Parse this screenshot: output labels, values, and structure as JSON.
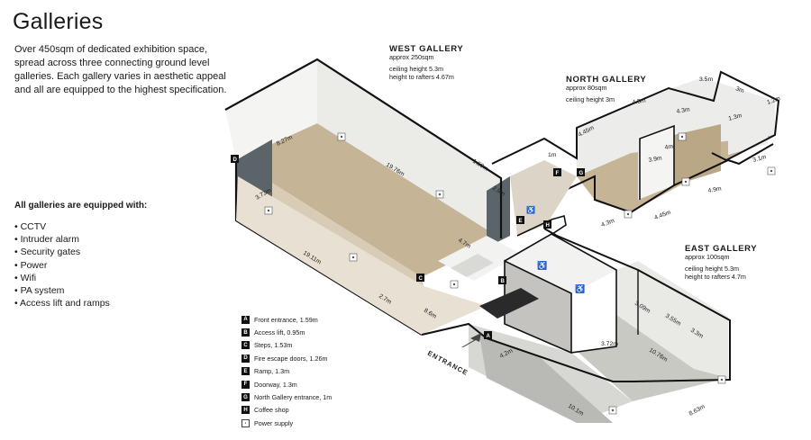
{
  "title": "Galleries",
  "intro": "Over 450sqm of dedicated exhibition space, spread across three connecting ground level galleries. Each gallery varies in aesthetic appeal and all are equipped to the highest specification.",
  "equipment": {
    "heading": "All galleries are equipped with:",
    "items": [
      "CCTV",
      "Intruder alarm",
      "Security gates",
      "Power",
      "Wifi",
      "PA system",
      "Access lift and ramps"
    ]
  },
  "galleries": {
    "west": {
      "name": "WEST GALLERY",
      "area": "approx 250sqm",
      "ceiling": "ceiling height 5.3m",
      "rafters": "height to rafters 4.67m"
    },
    "north": {
      "name": "NORTH GALLERY",
      "area": "approx 80sqm",
      "ceiling": "ceiling height 3m"
    },
    "east": {
      "name": "EAST GALLERY",
      "area": "approx 100sqm",
      "ceiling": "ceiling height 5.3m",
      "rafters": "height to rafters 4.7m"
    }
  },
  "legend": [
    {
      "key": "A",
      "label": "Front entrance, 1.59m"
    },
    {
      "key": "B",
      "label": "Access lift, 0.95m"
    },
    {
      "key": "C",
      "label": "Steps, 1.53m"
    },
    {
      "key": "D",
      "label": "Fire escape doors, 1.26m"
    },
    {
      "key": "E",
      "label": "Ramp, 1.3m"
    },
    {
      "key": "F",
      "label": "Doorway, 1.3m"
    },
    {
      "key": "G",
      "label": "North Gallery entrance, 1m"
    },
    {
      "key": "H",
      "label": "Coffee shop"
    },
    {
      "key": "",
      "label": "Power supply"
    }
  ],
  "entrance_label": "ENTRANCE",
  "dimensions": {
    "d1": "8.27m",
    "d2": "19.76m",
    "d3": "1.59m",
    "d4": "2.9m",
    "d5": "3.73m",
    "d6": "19.11m",
    "d7": "4.7m",
    "d8": "2.7m",
    "d9": "8.6m",
    "d10": "4.45m",
    "d11": "4.5m",
    "d12": "4.3m",
    "d13": "3.5m",
    "d14": "3m",
    "d15": "1.2m",
    "d16": "1.3m",
    "d17": "1m",
    "d18": "4m",
    "d19": "3.9m",
    "d20": "4.9m",
    "d21": "3.1m",
    "d22": "4.3m",
    "d23": "4.45m",
    "d24": "3.09m",
    "d25": "3.55m",
    "d26": "3.3m",
    "d27": "3.72m",
    "d28": "10.76m",
    "d29": "4.2m",
    "d30": "10.1m",
    "d31": "8.63m"
  },
  "colors": {
    "floor": "#c9b89c",
    "floor_light": "#ddd2bf",
    "wall": "#ececea",
    "dark_wall": "#5b6469",
    "outline": "#111111"
  }
}
